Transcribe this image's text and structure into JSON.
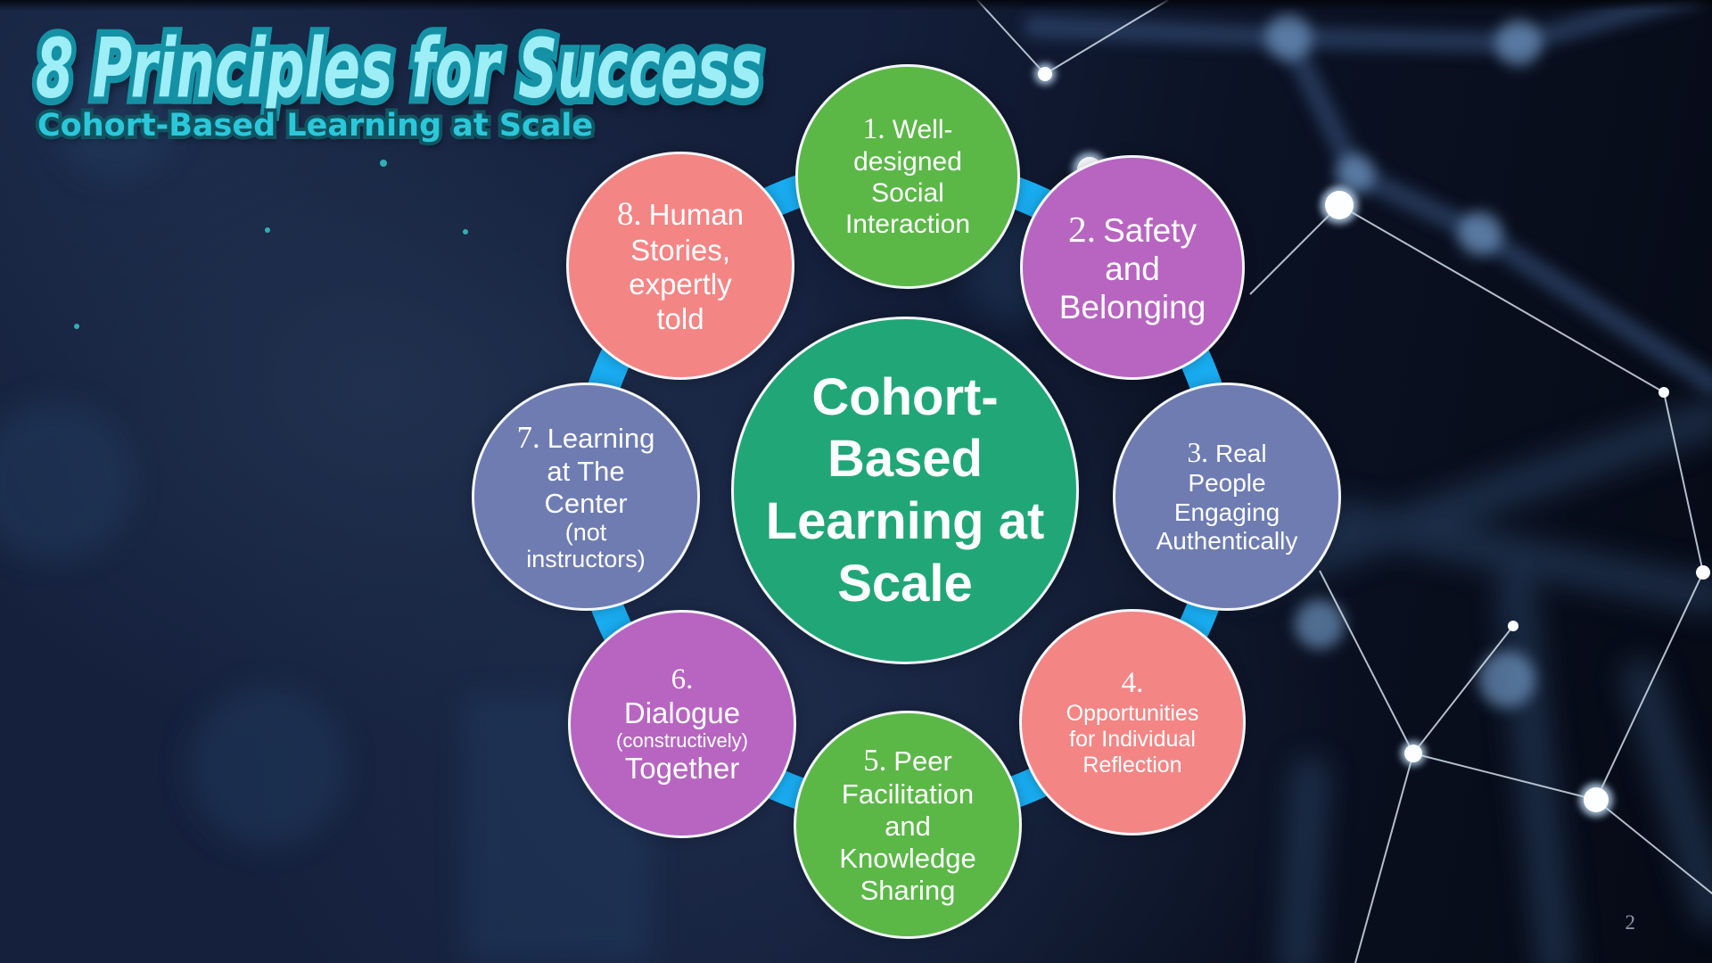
{
  "slide": {
    "title": "8 Principles for Success",
    "subtitle": "Cohort-Based Learning at Scale",
    "page_number": "2"
  },
  "colors": {
    "title_fill": "#9deef7",
    "title_outline": "#1591a5",
    "subtitle_fill": "#2bc7da",
    "background": "#131e3a",
    "circle_border": "#f3f6f9",
    "text": "#ffffff"
  },
  "diagram": {
    "ring_color": "#19acf0",
    "center": {
      "label": "Cohort-Based Learning at Scale",
      "color": "#21a678"
    },
    "nodes": [
      {
        "number": "1.",
        "label": "Well-designed Social Interaction",
        "color": "#5bb847"
      },
      {
        "number": "2.",
        "label": "Safety and Belonging",
        "color": "#b765c1"
      },
      {
        "number": "3.",
        "label": "Real People Engaging Authentically",
        "color": "#6e7cb2"
      },
      {
        "number": "4.",
        "label": "Opportunities for Individual Reflection",
        "color": "#f48585"
      },
      {
        "number": "5.",
        "label": "Peer Facilitation and Knowledge Sharing",
        "color": "#5bb847"
      },
      {
        "number": "6.",
        "label": "Dialogue",
        "sublabel": "(constructively)",
        "label2": "Together",
        "color": "#b765c1"
      },
      {
        "number": "7.",
        "label": "Learning at The Center",
        "sublabel": "(not instructors)",
        "color": "#6e7cb2"
      },
      {
        "number": "8.",
        "label": "Human Stories, expertly told",
        "color": "#f48585"
      }
    ]
  }
}
